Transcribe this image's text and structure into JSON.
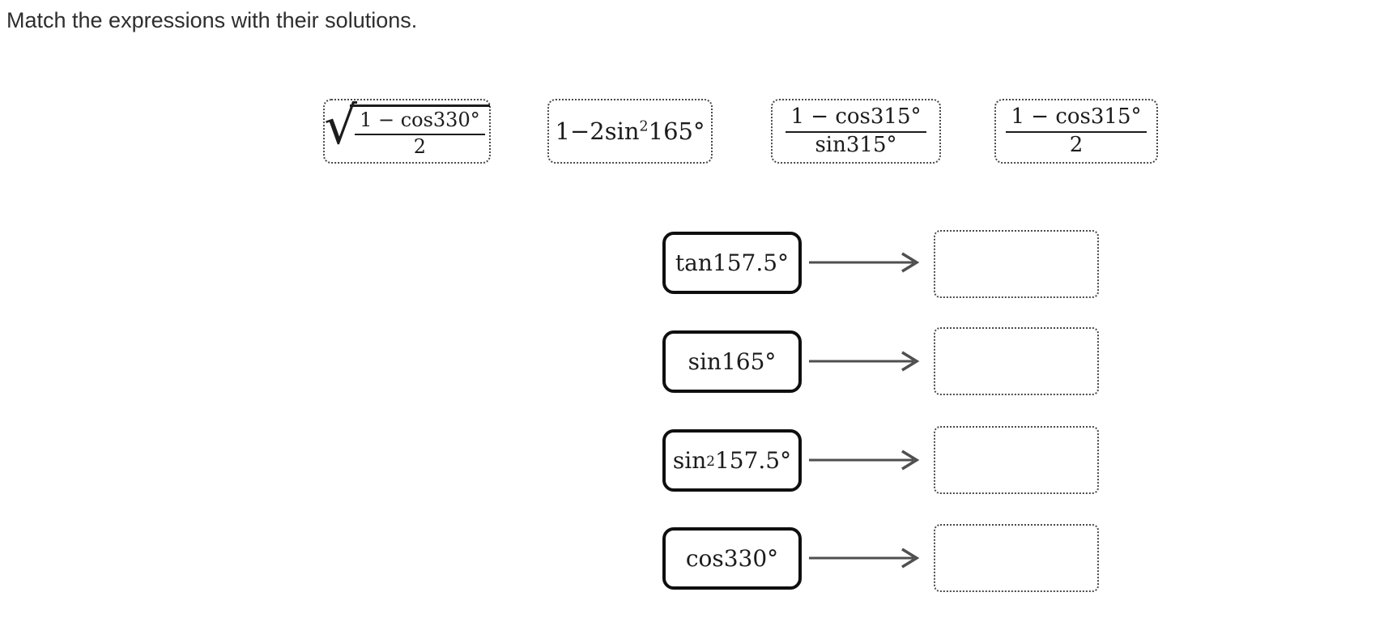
{
  "title": "Match the expressions with their solutions.",
  "colors": {
    "text": "#2e2e2e",
    "math": "#1c1c1c",
    "arrow": "#4f4f4f",
    "prompt_border": "#0f0f0f",
    "dotted_border": "#4a4a4a"
  },
  "icons": {
    "arrow_right_icon": "→",
    "radical_icon": "√"
  },
  "expression_tiles": [
    {
      "kind": "sqrt_fraction",
      "radical": "√",
      "numerator": "1 − cos330°",
      "denominator": "2"
    },
    {
      "kind": "inline_power",
      "pre": "1−2sin",
      "sup": "2",
      "post": "165°"
    },
    {
      "kind": "fraction",
      "numerator": "1 − cos315°",
      "denominator": "sin315°"
    },
    {
      "kind": "fraction",
      "numerator": "1 − cos315°",
      "denominator": "2"
    }
  ],
  "match_rows": [
    {
      "prompt": {
        "pre": "tan157.5°",
        "sup": "",
        "post": ""
      },
      "answer": ""
    },
    {
      "prompt": {
        "pre": "sin165°",
        "sup": "",
        "post": ""
      },
      "answer": ""
    },
    {
      "prompt": {
        "pre": "sin",
        "sup": "2",
        "post": "157.5°"
      },
      "answer": ""
    },
    {
      "prompt": {
        "pre": "cos330°",
        "sup": "",
        "post": ""
      },
      "answer": ""
    }
  ]
}
